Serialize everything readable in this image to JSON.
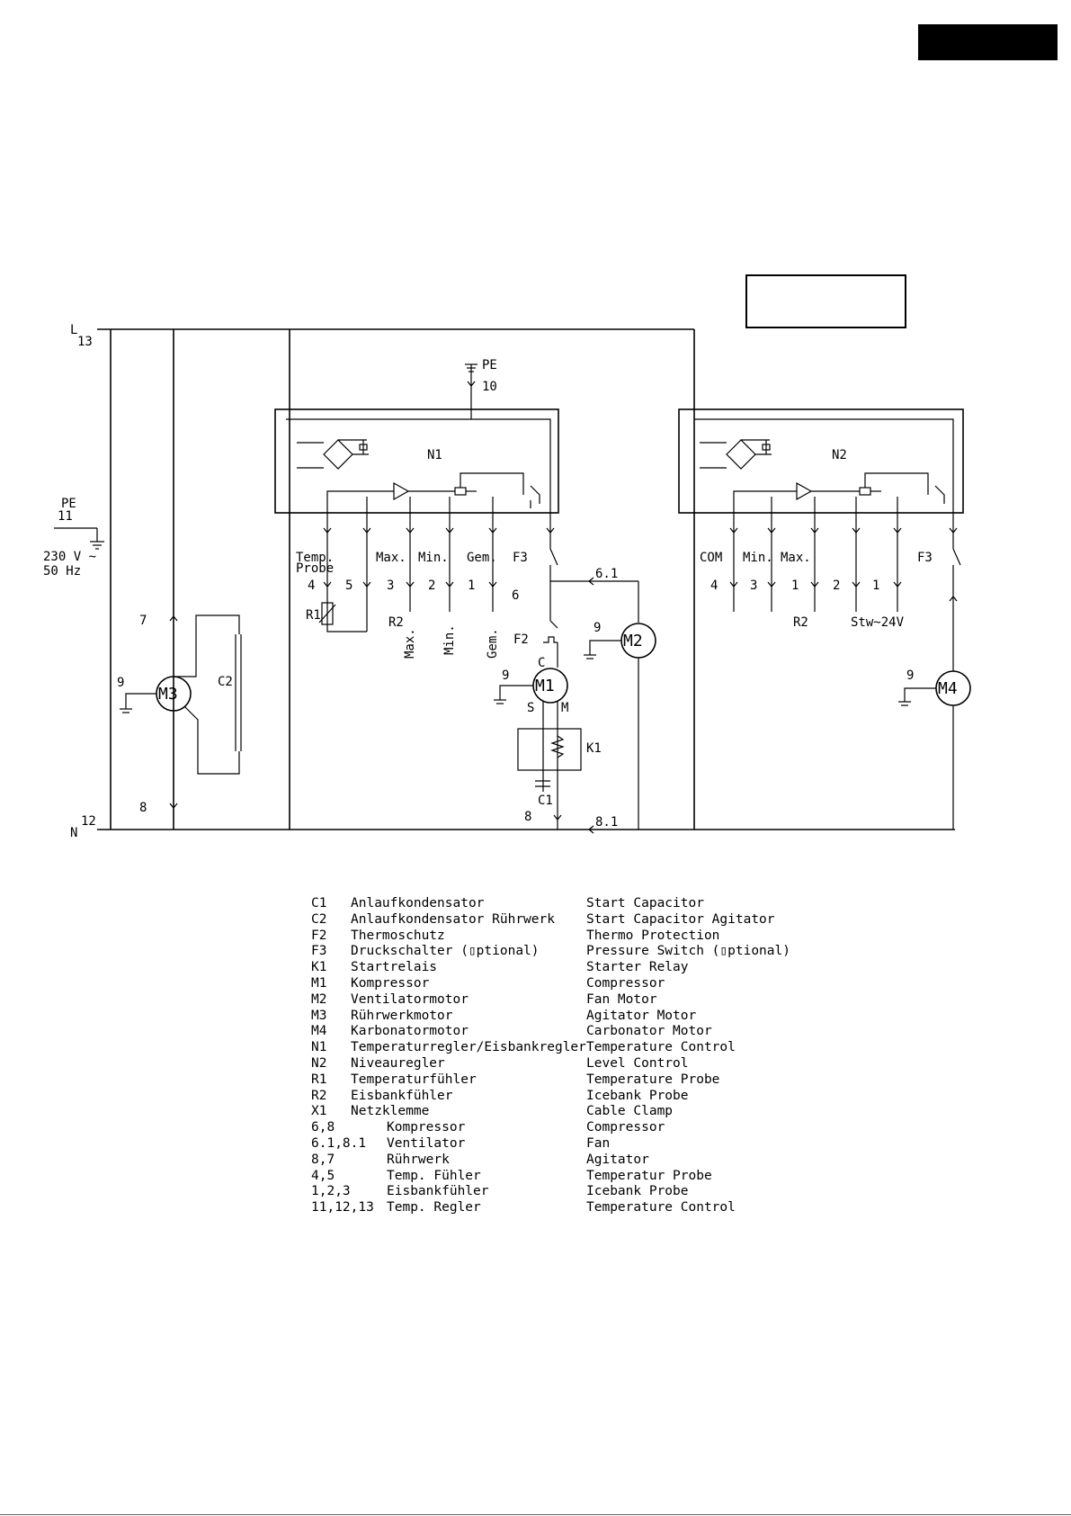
{
  "terminals": {
    "L": "L",
    "L_num": "13",
    "N": "N",
    "N_num": "12",
    "PE": "PE",
    "PE_num": "11",
    "supply_v": "230 V ~",
    "supply_hz": "50 Hz",
    "pe_top": "PE",
    "pe_top_num": "10"
  },
  "n1": {
    "name": "N1",
    "labels": {
      "temp1": "Temp.",
      "temp2": "Probe",
      "max": "Max.",
      "min": "Min.",
      "gem": "Gem.",
      "f3": "F3"
    },
    "pins": [
      "4",
      "5",
      "3",
      "2",
      "1"
    ],
    "r1": "R1",
    "r2": "R2",
    "rot": {
      "max": "Max.",
      "min": "Min.",
      "gem": "Gem."
    }
  },
  "n2": {
    "name": "N2",
    "labels": {
      "com": "COM",
      "min": "Min.",
      "max": "Max.",
      "f3": "F3"
    },
    "pins": [
      "4",
      "3",
      "1",
      "2",
      "1"
    ],
    "r2": "R2",
    "stw": "Stw~24V"
  },
  "comp": {
    "m1": "M1",
    "m2": "M2",
    "m3": "M3",
    "m4": "M4",
    "c2": "C2",
    "c1": "C1",
    "k1": "K1",
    "f2": "F2",
    "f3": "F3",
    "n6": "6",
    "n61": "6.1",
    "n8": "8",
    "n81": "8.1",
    "n7": "7",
    "n8b": "8",
    "n9": "9",
    "c": "C",
    "s": "S",
    "m": "M"
  },
  "legend": [
    {
      "code": "C1",
      "de": "Anlaufkondensator",
      "en": "Start Capacitor"
    },
    {
      "code": "C2",
      "de": "Anlaufkondensator Rührwerk",
      "en": "Start Capacitor Agitator"
    },
    {
      "code": "F2",
      "de": "Thermoschutz",
      "en": "Thermo Protection"
    },
    {
      "code": "F3",
      "de": "Druckschalter (▯ptional)",
      "en": "Pressure Switch (▯ptional)"
    },
    {
      "code": "K1",
      "de": "Startrelais",
      "en": "Starter Relay"
    },
    {
      "code": "M1",
      "de": "Kompressor",
      "en": "Compressor"
    },
    {
      "code": "M2",
      "de": "Ventilatormotor",
      "en": "Fan Motor"
    },
    {
      "code": "M3",
      "de": "Rührwerkmotor",
      "en": "Agitator Motor"
    },
    {
      "code": "M4",
      "de": "Karbonatormotor",
      "en": "Carbonator Motor"
    },
    {
      "code": "N1",
      "de": "Temperaturregler/Eisbankregler",
      "en": "Temperature Control"
    },
    {
      "code": "N2",
      "de": "Niveauregler",
      "en": "Level Control"
    },
    {
      "code": "R1",
      "de": "Temperaturfühler",
      "en": "Temperature Probe"
    },
    {
      "code": "R2",
      "de": "Eisbankfühler",
      "en": "Icebank Probe"
    },
    {
      "code": "X1",
      "de": "Netzklemme",
      "en": "Cable Clamp"
    },
    {
      "code": "6,8",
      "de": "Kompressor",
      "en": "Compressor",
      "sub": true
    },
    {
      "code": "6.1,8.1",
      "de": "Ventilator",
      "en": "Fan",
      "sub": true
    },
    {
      "code": "8,7",
      "de": "Rührwerk",
      "en": "Agitator",
      "sub": true
    },
    {
      "code": "4,5",
      "de": "Temp. Fühler",
      "en": "Temperatur Probe",
      "sub": true
    },
    {
      "code": "1,2,3",
      "de": "Eisbankfühler",
      "en": "Icebank Probe",
      "sub": true
    },
    {
      "code": "11,12,13",
      "de": "Temp. Regler",
      "en": "Temperature Control",
      "sub": true
    }
  ]
}
